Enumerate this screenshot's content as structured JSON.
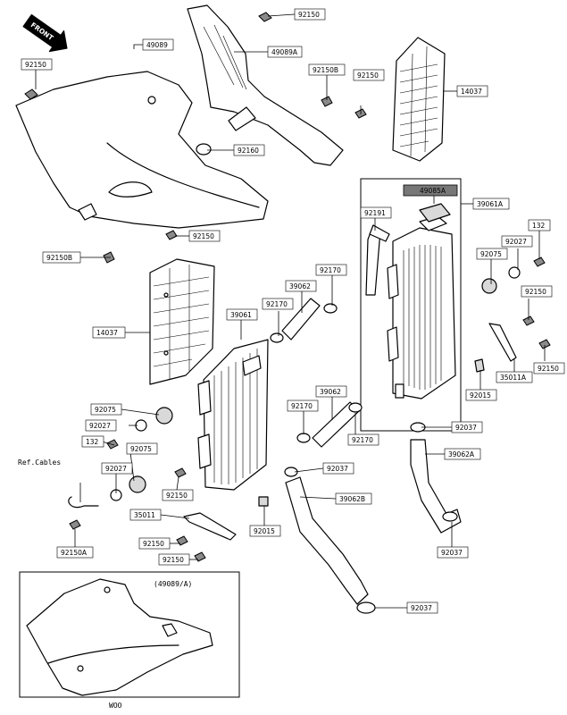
{
  "direction_label": "FRONT",
  "ref_label": "Ref.Cables",
  "inset_label": "(49089/A)",
  "inset_footer": "WOO",
  "callouts": [
    {
      "id": "c92150-top",
      "text": "92150"
    },
    {
      "id": "c49089A",
      "text": "49089A"
    },
    {
      "id": "c49089",
      "text": "49089"
    },
    {
      "id": "c92150-l",
      "text": "92150"
    },
    {
      "id": "c92150B-t",
      "text": "92150B"
    },
    {
      "id": "c92150-m",
      "text": "92150"
    },
    {
      "id": "c14037-r",
      "text": "14037"
    },
    {
      "id": "c92160",
      "text": "92160"
    },
    {
      "id": "c49085A",
      "text": "49085A"
    },
    {
      "id": "c39061A",
      "text": "39061A"
    },
    {
      "id": "c92191",
      "text": "92191"
    },
    {
      "id": "c132-r",
      "text": "132"
    },
    {
      "id": "c92150-c",
      "text": "92150"
    },
    {
      "id": "c92150B-b",
      "text": "92150B"
    },
    {
      "id": "c92027-r",
      "text": "92027"
    },
    {
      "id": "c92075-r",
      "text": "92075"
    },
    {
      "id": "c92170-1",
      "text": "92170"
    },
    {
      "id": "c39062-1",
      "text": "39062"
    },
    {
      "id": "c92150-r2",
      "text": "92150"
    },
    {
      "id": "c92170-2",
      "text": "92170"
    },
    {
      "id": "c14037-l",
      "text": "14037"
    },
    {
      "id": "c39061",
      "text": "39061"
    },
    {
      "id": "c92150-r3",
      "text": "92150"
    },
    {
      "id": "c35011A",
      "text": "35011A"
    },
    {
      "id": "c92015-r",
      "text": "92015"
    },
    {
      "id": "c92075-l1",
      "text": "92075"
    },
    {
      "id": "c92027-l1",
      "text": "92027"
    },
    {
      "id": "c39062-2",
      "text": "39062"
    },
    {
      "id": "c92170-3",
      "text": "92170"
    },
    {
      "id": "c92037-1",
      "text": "92037"
    },
    {
      "id": "c132-l",
      "text": "132"
    },
    {
      "id": "c92075-l2",
      "text": "92075"
    },
    {
      "id": "c92170-4",
      "text": "92170"
    },
    {
      "id": "c39062A",
      "text": "39062A"
    },
    {
      "id": "c92027-l2",
      "text": "92027"
    },
    {
      "id": "c92037-2",
      "text": "92037"
    },
    {
      "id": "c92150-l3",
      "text": "92150"
    },
    {
      "id": "c39062B",
      "text": "39062B"
    },
    {
      "id": "c35011",
      "text": "35011"
    },
    {
      "id": "c92015-l",
      "text": "92015"
    },
    {
      "id": "c92150A",
      "text": "92150A"
    },
    {
      "id": "c92150-l4",
      "text": "92150"
    },
    {
      "id": "c92150-l5",
      "text": "92150"
    },
    {
      "id": "c92037-3",
      "text": "92037"
    },
    {
      "id": "c92037-4",
      "text": "92037"
    }
  ]
}
